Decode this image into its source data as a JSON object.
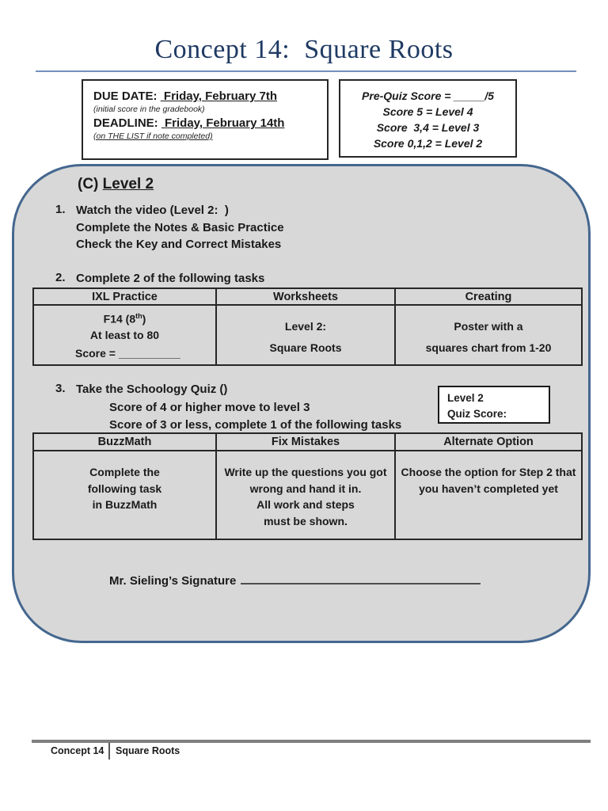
{
  "title": "Concept 14:  Square Roots",
  "due_box": {
    "due_label": "DUE DATE: ",
    "due_date": " Friday, February 7th",
    "due_note": "(initial score in the gradebook)",
    "deadline_label": "DEADLINE: ",
    "deadline_date": " Friday, February 14th",
    "deadline_note": "(on THE LIST if note completed)"
  },
  "prequiz_box": {
    "lines": [
      "Pre-Quiz Score = _____/5",
      "Score 5 = Level 4",
      "Score  3,4 = Level 3",
      "Score 0,1,2 = Level 2"
    ]
  },
  "panel": {
    "heading_prefix": "(C) ",
    "heading_underlined": "Level 2",
    "step1_num": "1.",
    "step1_lines": [
      "Watch the video (Level 2:  )",
      "Complete the Notes & Basic Practice",
      "Check the Key and Correct Mistakes"
    ],
    "step2_num": "2.",
    "step2_text": "Complete 2 of the following tasks",
    "step3_num": "3.",
    "step3_text": "Take the Schoology Quiz ()",
    "step3_sub": [
      "Score of 4 or higher move to level 3",
      "Score of 3 or less, complete 1 of the following tasks"
    ],
    "table1": {
      "headers": [
        "IXL Practice",
        "Worksheets",
        "Creating"
      ],
      "col1": {
        "f14_pre": "F14 (8",
        "f14_sup": "th",
        "f14_post": ")",
        "line2": "At least to 80",
        "score": "Score = __________"
      },
      "col2": [
        "Level 2:",
        "Square Roots"
      ],
      "col3": [
        "Poster with a",
        "squares chart from 1-20"
      ]
    },
    "quiz_box": {
      "line1": "Level 2",
      "line2": "Quiz Score:"
    },
    "table2": {
      "headers": [
        "BuzzMath",
        "Fix Mistakes",
        "Alternate Option"
      ],
      "col1": [
        "Complete the",
        "following task",
        "in BuzzMath"
      ],
      "col2": [
        "Write up the questions you got",
        "wrong and hand it in.",
        "All work and steps",
        "must be shown."
      ],
      "col3": [
        "Choose the option for Step 2 that",
        "you haven’t completed yet"
      ]
    },
    "signature_label": "Mr. Sieling’s Signature"
  },
  "footer": {
    "left": "Concept 14",
    "right": "Square Roots"
  }
}
